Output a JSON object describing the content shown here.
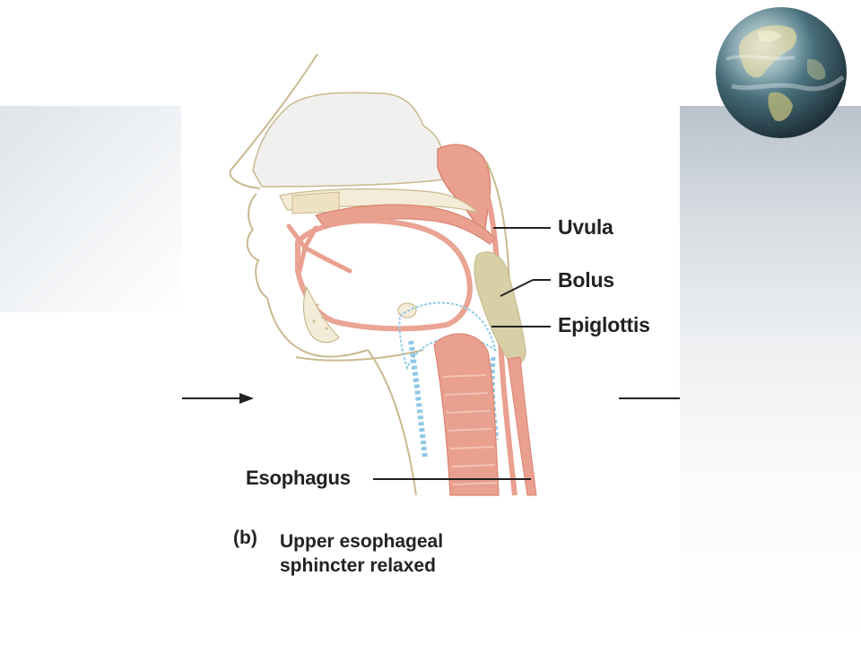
{
  "diagram": {
    "labels": {
      "uvula": "Uvula",
      "bolus": "Bolus",
      "epiglottis": "Epiglottis",
      "esophagus": "Esophagus"
    },
    "caption": {
      "letter": "(b)",
      "line1": "Upper esophageal",
      "line2": "sphincter relaxed"
    }
  },
  "colors": {
    "tissue": "#e9a08f",
    "tissue_dark": "#d98573",
    "bolus": "#d8cfa6",
    "cartilage": "#cfe6f4",
    "bone": "#f4ecd8",
    "outline": "#c9b98f",
    "label_text": "#222222"
  }
}
